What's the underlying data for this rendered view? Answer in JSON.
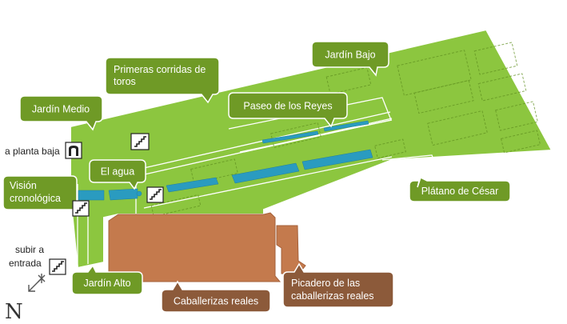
{
  "colors": {
    "garden": "#8cc63f",
    "garden_dark": "#7ab531",
    "label_green": "#6f9a26",
    "water": "#2a9bc0",
    "stable": "#c47a4d",
    "label_brown": "#8c5a3a",
    "outline": "#ffffff"
  },
  "labels": {
    "jardin_bajo": "Jardín Bajo",
    "primeras_corridas_1": "Primeras corridas de",
    "primeras_corridas_2": "toros",
    "jardin_medio": "Jardín Medio",
    "paseo_reyes": "Paseo de los Reyes",
    "el_agua": "El agua",
    "vision_1": "Visión",
    "vision_2": "cronológica",
    "platano_cesar": "Plátano de César",
    "jardin_alto": "Jardín Alto",
    "caballerizas": "Caballerizas reales",
    "picadero_1": "Picadero de las",
    "picadero_2": "caballerizas reales"
  },
  "annotations": {
    "planta_baja": "a planta baja",
    "subir_1": "subir a",
    "subir_2": "entrada"
  },
  "compass": {
    "north": "N"
  },
  "icons": {
    "arch": "arch-icon",
    "stairs": "stairs-icon",
    "north_arrow": "north-arrow-icon"
  }
}
